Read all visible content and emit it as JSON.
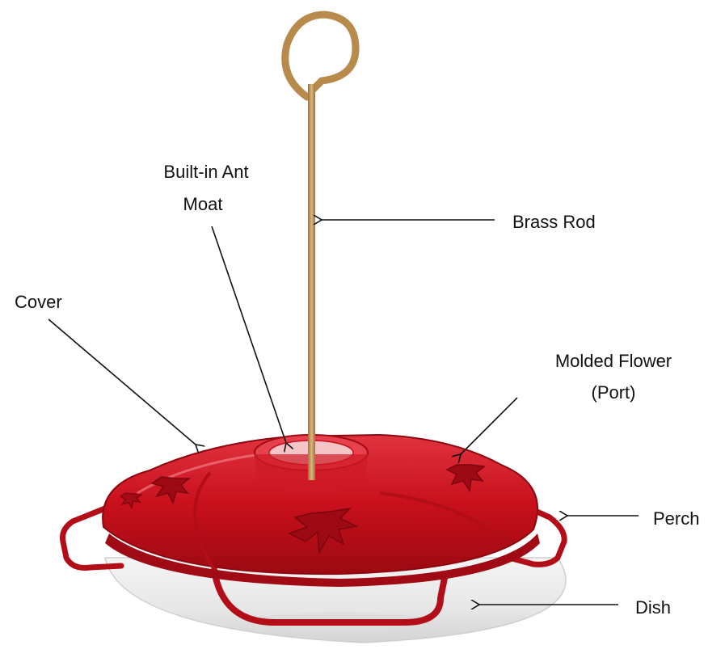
{
  "labels": {
    "built_in_ant_moat_line1": "Built-in Ant",
    "built_in_ant_moat_line2": "Moat",
    "brass_rod": "Brass Rod",
    "cover": "Cover",
    "molded_flower_line1": "Molded Flower",
    "molded_flower_line2": "(Port)",
    "perch": "Perch",
    "dish": "Dish"
  },
  "colors": {
    "cover_red": "#c8101c",
    "cover_dark": "#8e0710",
    "cover_light": "#e64550",
    "brass": "#c9a060",
    "brass_dark": "#9c7238",
    "dish_clear": "#eeeeee",
    "arrow": "#111111"
  }
}
